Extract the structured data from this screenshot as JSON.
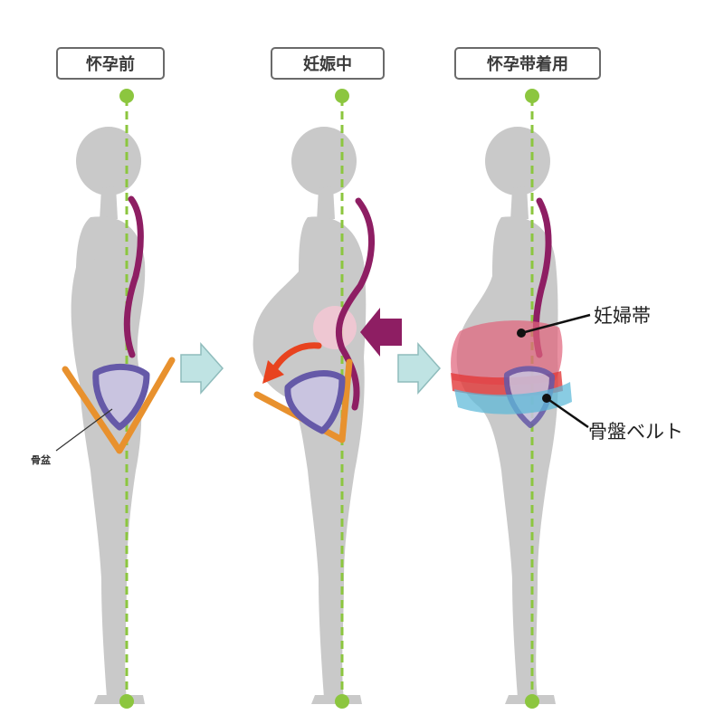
{
  "panels": [
    {
      "label": "怀孕前"
    },
    {
      "label": "妊娠中"
    },
    {
      "label": "怀孕带着用"
    }
  ],
  "annotations": {
    "pelvis": "骨盆",
    "maternity_belt": "妊婦帯",
    "pelvic_belt": "骨盤ベルト"
  },
  "colors": {
    "silhouette": "#c9c9c9",
    "axis_line": "#8cc63f",
    "spine": "#8e1e63",
    "pelvis_frame": "#e8912e",
    "pelvis_fill": "#c9c4e0",
    "pelvis_outline": "#6559a8",
    "arrow_teal": "#bfe3e3",
    "arrow_red": "#e8431f",
    "belt_pink": "#e0657d",
    "belt_red": "#e23a3a",
    "belt_blue": "#5bb8d8"
  }
}
